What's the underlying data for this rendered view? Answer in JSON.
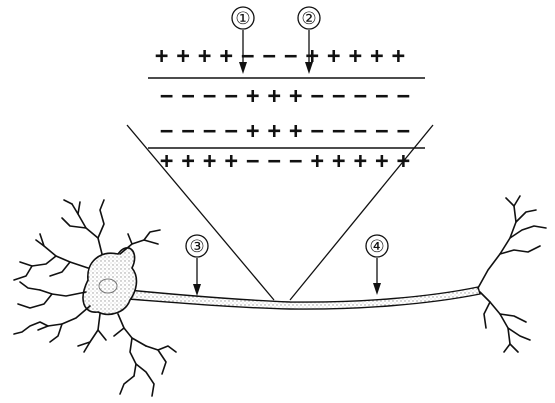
{
  "markers": [
    {
      "label": "①"
    },
    {
      "label": "②"
    },
    {
      "label": "③"
    },
    {
      "label": "④"
    }
  ],
  "membrane_charges": {
    "outer_top": "++++−−−+++++",
    "inner_top": "−−−−+++−−−−−",
    "inner_bottom": "−−−−+++−−−−−",
    "outer_bottom": "++++−−−+++++"
  },
  "colors": {
    "stroke": "#111111",
    "soma_stipple": "#bdbdbd",
    "background": "#ffffff"
  }
}
